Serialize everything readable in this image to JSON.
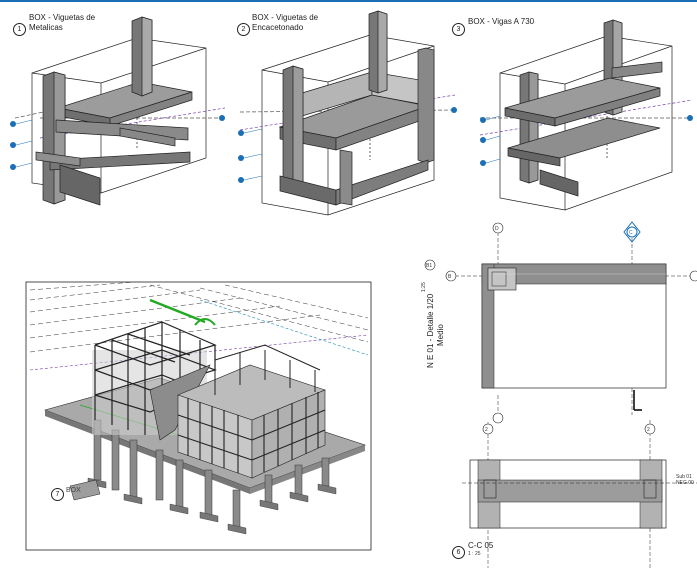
{
  "views": [
    {
      "num": "1",
      "line1": "BOX - Viguetas de",
      "line2": "Metalicas"
    },
    {
      "num": "2",
      "line1": "BOX - Viguetas de",
      "line2": "Encacetonado"
    },
    {
      "num": "3",
      "line1": "BOX - Vigas A 730",
      "line2": ""
    }
  ],
  "view7": {
    "num": "7",
    "label": "BOX"
  },
  "plan": {
    "vertical_title_line1": "N E 01 - Detalle 1/20",
    "vertical_title_line2": "Medio",
    "scale": "1:25",
    "grid": {
      "top_a": "D",
      "top_b": "C",
      "left": "B1",
      "row": "B"
    }
  },
  "section": {
    "num": "6",
    "title": "C-C 05",
    "scale": "1 : 25",
    "grid": {
      "a": "2",
      "b": "2"
    },
    "side_note_line1": "Sub 01",
    "side_note_line2": "NEG 00"
  },
  "colors": {
    "frame": "#222222",
    "concrete": "#8c8c8c",
    "accent": "#1a6fb5",
    "green": "#22aa22",
    "purple": "#7a3fa8"
  }
}
